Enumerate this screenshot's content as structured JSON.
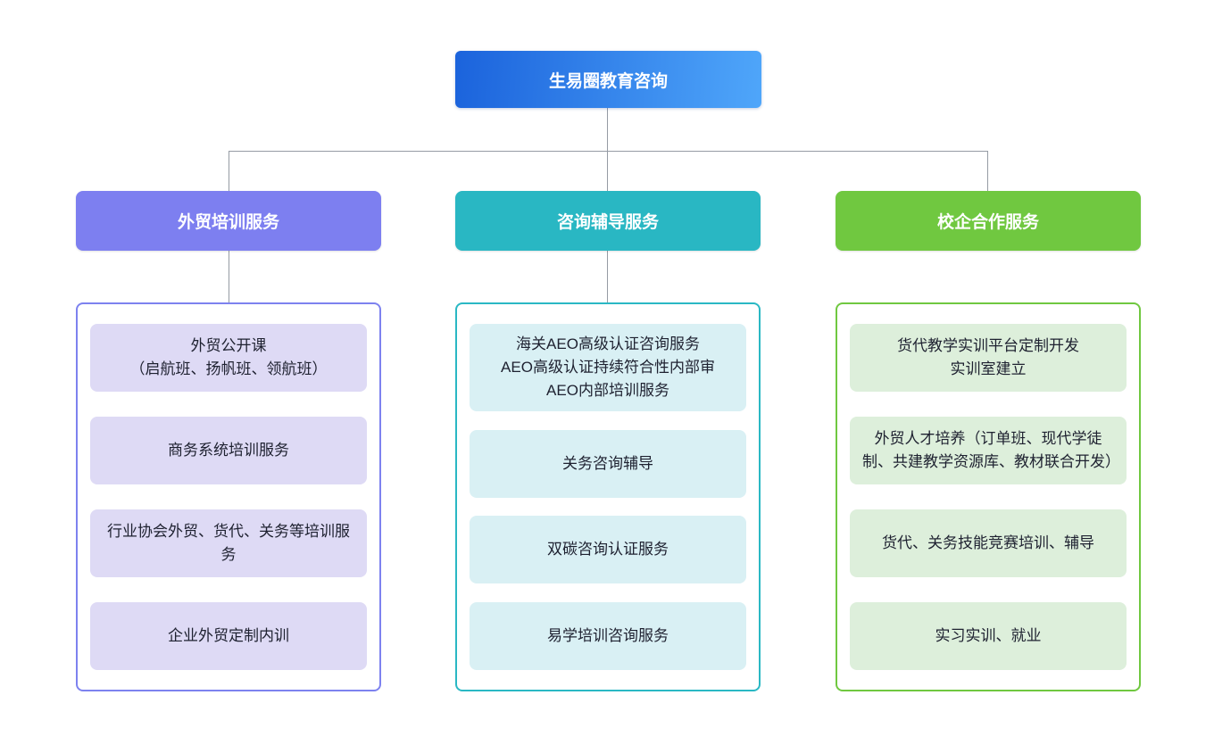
{
  "root": {
    "label": "生易圈教育咨询",
    "gradient_start": "#1b63dc",
    "gradient_end": "#4fa6fa"
  },
  "connector_color": "#959ba4",
  "columns": [
    {
      "header": "外贸培训服务",
      "header_color": "#7d7ff0",
      "panel_border_color": "#7d82ef",
      "item_bg_color": "#dedaf5",
      "items": [
        "外贸公开课\n（启航班、扬帆班、领航班）",
        "商务系统培训服务",
        "行业协会外贸、货代、关务等培训服务",
        "企业外贸定制内训"
      ]
    },
    {
      "header": "咨询辅导服务",
      "header_color": "#29b7c3",
      "panel_border_color": "#2ab8c4",
      "item_bg_color": "#d9f0f4",
      "items": [
        "海关AEO高级认证咨询服务\nAEO高级认证持续符合性内部审\nAEO内部培训服务",
        "关务咨询辅导",
        "双碳咨询认证服务",
        "易学培训咨询服务"
      ]
    },
    {
      "header": "校企合作服务",
      "header_color": "#70c840",
      "panel_border_color": "#70c840",
      "item_bg_color": "#ddefdb",
      "items": [
        "货代教学实训平台定制开发\n实训室建立",
        "外贸人才培养（订单班、现代学徒制、共建教学资源库、教材联合开发）",
        "货代、关务技能竞赛培训、辅导",
        "实习实训、就业"
      ]
    }
  ]
}
